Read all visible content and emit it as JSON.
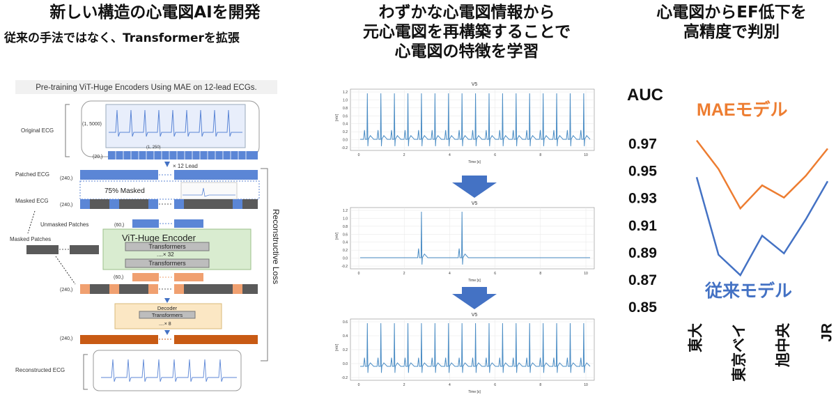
{
  "panel1": {
    "title": "新しい構造の心電図AIを開発",
    "subtitle": "従来の手法ではなく、Transformerを拡張",
    "diagram_header": "Pre-training ViT-Huge Encoders Using MAE on 12-lead ECGs.",
    "original_ecg_label": "Original ECG",
    "shape_1_5000": "(1, 5000)",
    "shape_1_250": "(1, 250)",
    "shape_20": "(20,)",
    "times_12_lead": "× 12 Lead",
    "patched_ecg_label": "Patched ECG",
    "shape_240_a": "(240,)",
    "masked_pct": "75% Masked",
    "masked_ecg_label": "Masked ECG",
    "shape_240_b": "(240,)",
    "unmasked_patches_label": "Unmasked Patches",
    "shape_60_a": "(60,)",
    "masked_patches_label": "Masked Patches",
    "encoder_title": "ViT-Huge Encoder",
    "transformers_1": "Transformers",
    "times_32": "....× 32",
    "transformers_2": "Transformers",
    "shape_60_b": "(60,)",
    "shape_240_c": "(240,)",
    "decoder_title": "Decoder",
    "decoder_transformers": "Transformers",
    "times_8": "....× 8",
    "shape_240_d": "(240,)",
    "reconstructed_ecg_label": "Reconstructed ECG",
    "reconstructive_loss": "Reconstructive Loss",
    "colors": {
      "blue_patch": "#5b86d6",
      "dark_patch": "#5a5a5a",
      "orange_light": "#f0a070",
      "orange_dark": "#c85a14",
      "encoder_bg": "#d9ecd0",
      "decoder_bg": "#fbe7c4"
    }
  },
  "panel2": {
    "title_lines": [
      "わずかな心電図情報から",
      "元心電図を再構築することで",
      "心電図の特徴を学習"
    ],
    "plots": [
      {
        "title": "V5",
        "ylabel": "[mV]",
        "xlabel": "Time [s]",
        "yticks": [
          "1.2",
          "1.0",
          "0.8",
          "0.6",
          "0.4",
          "0.2",
          "0.0",
          "-0.2"
        ],
        "xticks": [
          "0",
          "2",
          "4",
          "6",
          "8",
          "10"
        ]
      },
      {
        "title": "V5",
        "ylabel": "[mV]",
        "xlabel": "Time [s]",
        "yticks": [
          "1.2",
          "1.0",
          "0.8",
          "0.6",
          "0.4",
          "0.2",
          "0.0",
          "-0.2"
        ],
        "xticks": [
          "0",
          "2",
          "4",
          "6",
          "8",
          "10"
        ]
      },
      {
        "title": "V5",
        "ylabel": "[mV]",
        "xlabel": "Time [s]",
        "yticks": [
          "0.6",
          "0.4",
          "0.2",
          "0.0",
          "-0.2"
        ],
        "xticks": [
          "0",
          "2",
          "4",
          "6",
          "8",
          "10"
        ]
      }
    ],
    "arrow_color": "#4472c4"
  },
  "panel3": {
    "title_lines": [
      "心電図からEF低下を",
      "高精度で判別"
    ],
    "chart_data": {
      "type": "line",
      "ylabel": "AUC",
      "categories": [
        "東大",
        "東京ベイ",
        "旭中央",
        "JR"
      ],
      "ylim": [
        0.85,
        0.98
      ],
      "yticks": [
        "0.97",
        "0.95",
        "0.93",
        "0.91",
        "0.89",
        "0.87",
        "0.85"
      ],
      "series": [
        {
          "name": "MAEモデル",
          "color": "#ed7d31",
          "values": [
            0.972,
            0.951,
            0.922,
            0.939,
            0.93,
            0.946,
            0.966
          ]
        },
        {
          "name": "従来モデル",
          "color": "#4472c4",
          "values": [
            0.945,
            0.888,
            0.873,
            0.902,
            0.889,
            0.914,
            0.942
          ]
        }
      ]
    }
  }
}
